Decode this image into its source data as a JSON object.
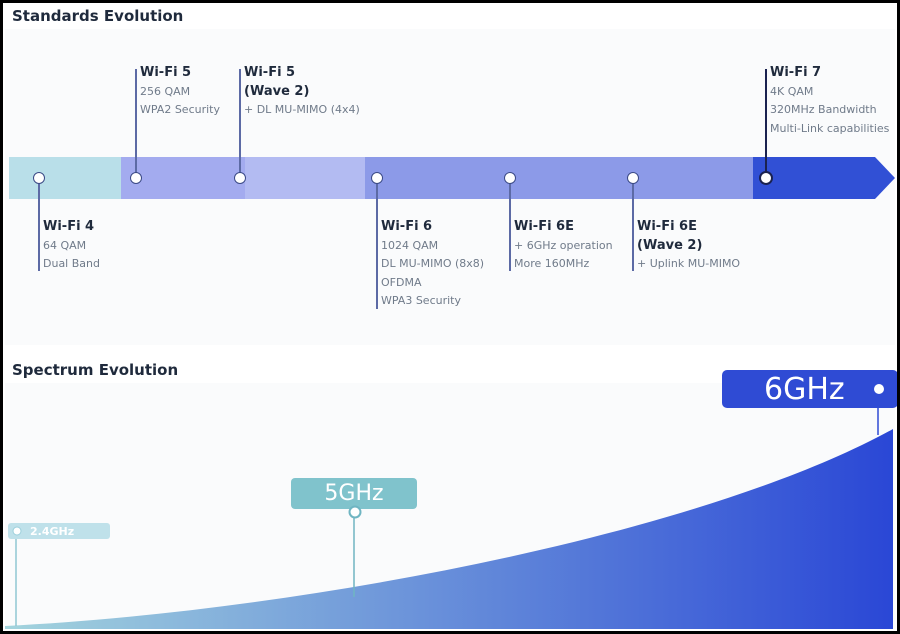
{
  "standards": {
    "title": "Standards Evolution",
    "items": [
      {
        "name": "Wi-Fi 4",
        "name2": "",
        "features": [
          "64 QAM",
          "Dual Band"
        ]
      },
      {
        "name": "Wi-Fi 5",
        "name2": "",
        "features": [
          "256 QAM",
          "WPA2 Security"
        ]
      },
      {
        "name": "Wi-Fi 5",
        "name2": "(Wave 2)",
        "features": [
          "+ DL MU-MIMO (4x4)"
        ]
      },
      {
        "name": "Wi-Fi 6",
        "name2": "",
        "features": [
          "1024 QAM",
          "DL MU-MIMO (8x8)",
          "OFDMA",
          "WPA3 Security"
        ]
      },
      {
        "name": "Wi-Fi 6E",
        "name2": "",
        "features": [
          "+ 6GHz operation",
          "More 160MHz"
        ]
      },
      {
        "name": "Wi-Fi 6E",
        "name2": "(Wave 2)",
        "features": [
          "+ Uplink MU-MIMO"
        ]
      },
      {
        "name": "Wi-Fi 7",
        "name2": "",
        "features": [
          "4K QAM",
          "320MHz Bandwidth",
          "Multi-Link capabilities"
        ]
      }
    ]
  },
  "spectrum": {
    "title": "Spectrum Evolution",
    "bands": [
      {
        "label": "2.4GHz",
        "color": "#bfe1ea"
      },
      {
        "label": "5GHz",
        "color": "#80c3cc"
      },
      {
        "label": "6GHz",
        "color": "#2f4bd4"
      }
    ]
  },
  "colors": {
    "arrow_wifi4": "#b9dfe9",
    "arrow_wifi5": "#a3abef",
    "arrow_wifi5_wave2": "#b3bbf2",
    "arrow_wifi6": "#8c9ae8",
    "arrow_wifi7": "#3150d5",
    "curve_start": "#a3d4dd",
    "curve_end": "#2a47d6"
  }
}
